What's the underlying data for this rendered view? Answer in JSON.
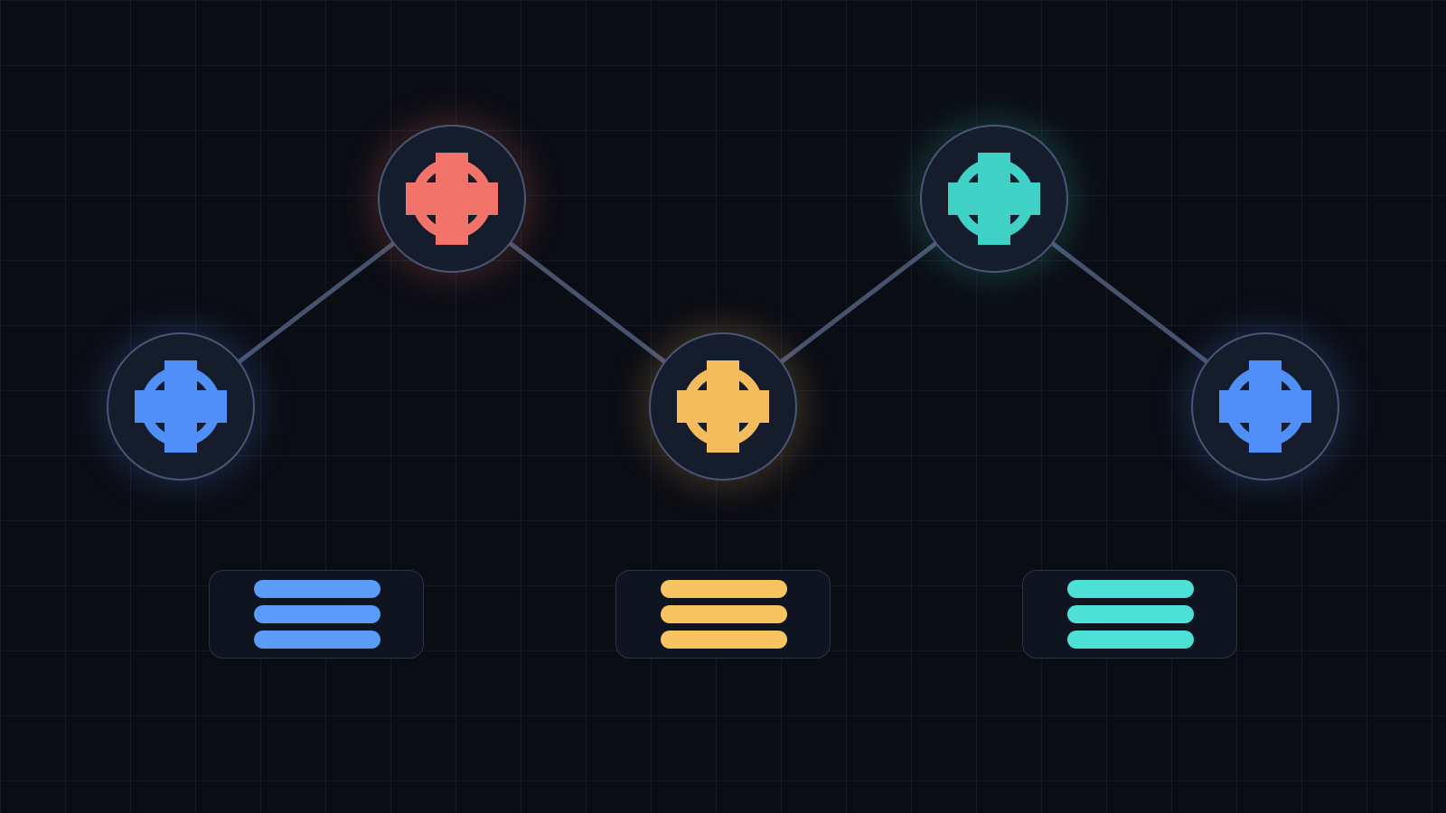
{
  "diagram": {
    "nodes": [
      {
        "id": "node-1",
        "icon": "crosshair-icon",
        "color": "#4f8ff7"
      },
      {
        "id": "node-2",
        "icon": "crosshair-icon",
        "color": "#f2736a"
      },
      {
        "id": "node-3",
        "icon": "crosshair-icon",
        "color": "#f5bc5e"
      },
      {
        "id": "node-4",
        "icon": "crosshair-icon",
        "color": "#3fd0c6"
      },
      {
        "id": "node-5",
        "icon": "crosshair-icon",
        "color": "#4f8ff7"
      }
    ],
    "connections": [
      [
        "node-1",
        "node-2"
      ],
      [
        "node-2",
        "node-3"
      ],
      [
        "node-3",
        "node-4"
      ],
      [
        "node-4",
        "node-5"
      ]
    ],
    "cards": [
      {
        "id": "card-1",
        "icon": "list-icon",
        "color": "#5b9cf8"
      },
      {
        "id": "card-2",
        "icon": "list-icon",
        "color": "#f8c462"
      },
      {
        "id": "card-3",
        "icon": "list-icon",
        "color": "#4de0d6"
      }
    ],
    "connector_color": "#46526e",
    "node_border_color": "#4a5675",
    "node_fill_color": "#151c2c",
    "background_color": "#0b0d14"
  }
}
